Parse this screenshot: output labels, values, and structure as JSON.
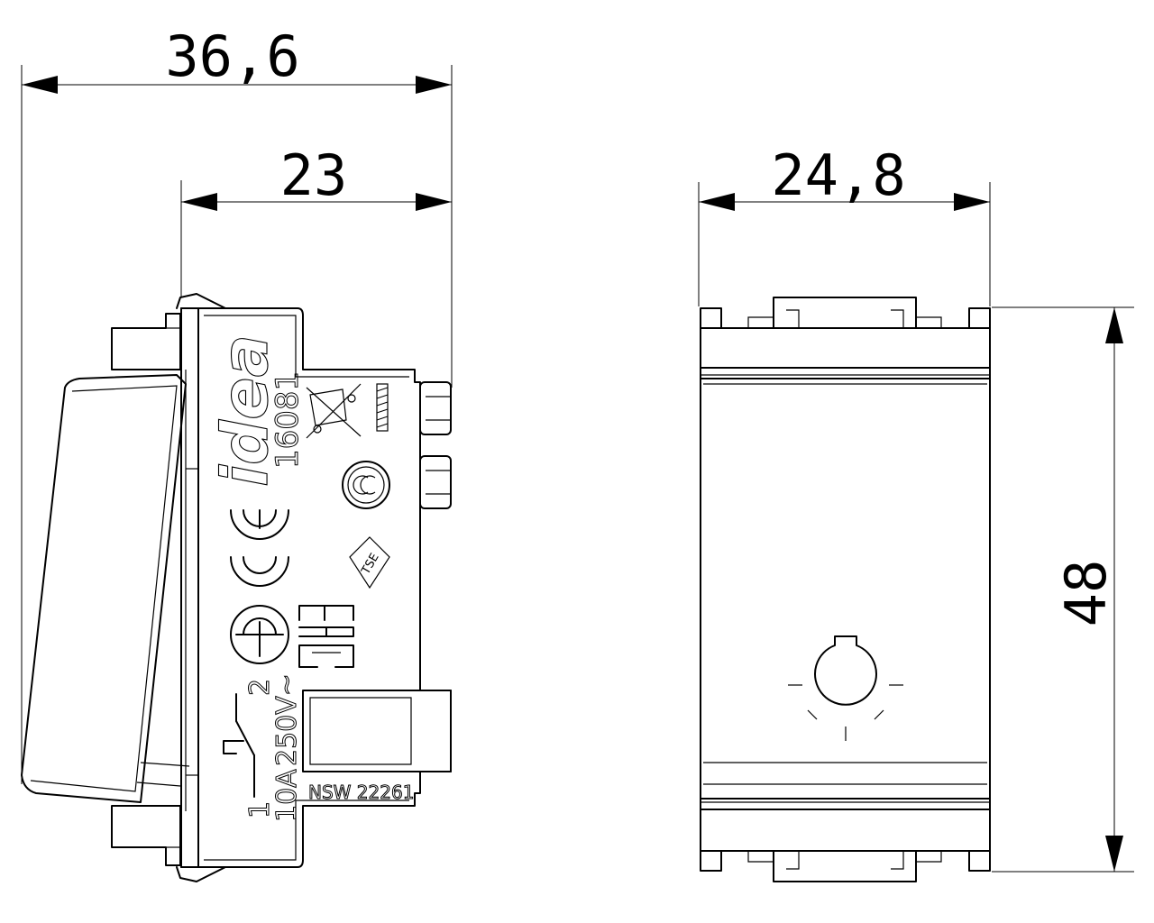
{
  "dimensions": {
    "side_total_depth": "36,6",
    "side_body_depth": "23",
    "front_width": "24,8",
    "front_height": "48"
  },
  "side_markings": {
    "brand": "idea",
    "article_code": "16081",
    "rating_current": "10A",
    "rating_voltage": "250V~",
    "terminal_1": "1",
    "terminal_2": "2",
    "serial": "NSW 22261",
    "tse": "TSE",
    "eac": "EAC"
  }
}
